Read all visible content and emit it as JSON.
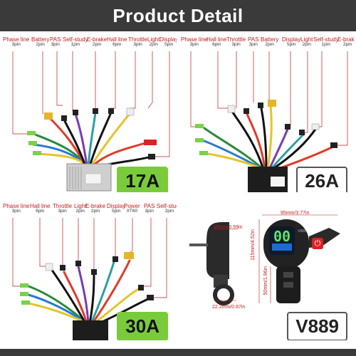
{
  "banner": {
    "title": "Product Detail"
  },
  "panels": [
    {
      "badge": "17A",
      "labels": [
        {
          "name": "Phase line",
          "pins": "3pin"
        },
        {
          "name": "Battery",
          "pins": "2pin"
        },
        {
          "name": "PAS",
          "pins": "3pin"
        },
        {
          "name": "Self-study",
          "pins": "1pin"
        },
        {
          "name": "E-brake",
          "pins": "2pin"
        },
        {
          "name": "Hall line",
          "pins": "6pin"
        },
        {
          "name": "Throttle",
          "pins": "3pin"
        },
        {
          "name": "Light",
          "pins": "2pin"
        },
        {
          "name": "Display",
          "pins": "5pin"
        }
      ]
    },
    {
      "badge": "26A",
      "labels": [
        {
          "name": "Phase line",
          "pins": "3pin"
        },
        {
          "name": "Hall line",
          "pins": "6pin"
        },
        {
          "name": "Throttle",
          "pins": "3pin"
        },
        {
          "name": "PAS",
          "pins": "3pin"
        },
        {
          "name": "Battery",
          "pins": "2pin"
        },
        {
          "name": "Display",
          "pins": "5pin"
        },
        {
          "name": "Light",
          "pins": "2pin"
        },
        {
          "name": "Self-study",
          "pins": "1pin"
        },
        {
          "name": "E-brake",
          "pins": "2pin"
        }
      ]
    },
    {
      "badge": "30A",
      "labels": [
        {
          "name": "Phase line",
          "pins": "3pin"
        },
        {
          "name": "Hall line",
          "pins": "6pin"
        },
        {
          "name": "Throttle",
          "pins": "3pin"
        },
        {
          "name": "Light",
          "pins": "2pin"
        },
        {
          "name": "E-brake",
          "pins": "2pin"
        },
        {
          "name": "Display",
          "pins": "5pin"
        },
        {
          "name": "Power",
          "pins": "XT60"
        },
        {
          "name": "PAS",
          "pins": "3pin"
        },
        {
          "name": "Self-study",
          "pins": "2pin"
        }
      ]
    },
    {
      "badge": "V889",
      "display": {
        "width_label": "95mm/3.77in",
        "height_label": "115mm/4.52in",
        "lower_label": "50mm/1.96in",
        "depth_label": "15mm/0.59in",
        "clamp_label": "22.2mm/0.87in",
        "speed": "00",
        "model": "V889"
      }
    }
  ],
  "colors": {
    "banner": "#3a3a3a",
    "label_red": "#c41b1b",
    "badge_green": "#7acb3b",
    "screen_green": "#63e06b",
    "power_red": "#dd2222"
  },
  "icons": [
    "power-icon",
    "speed-display-icon"
  ]
}
